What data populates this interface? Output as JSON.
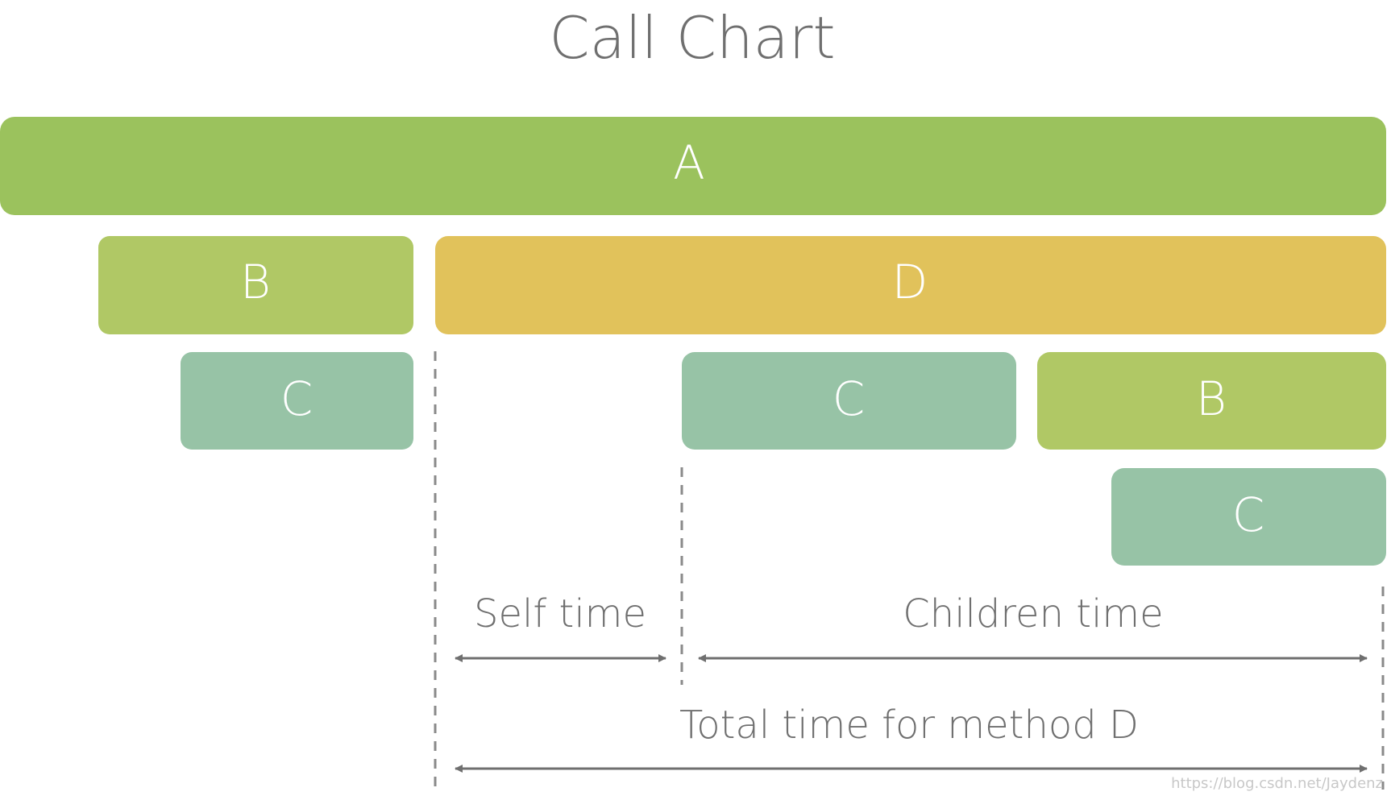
{
  "title": "Call Chart",
  "blocks": {
    "a_top": {
      "label": "A"
    },
    "b_left": {
      "label": "B"
    },
    "d_main": {
      "label": "D"
    },
    "c_left": {
      "label": "C"
    },
    "c_mid": {
      "label": "C"
    },
    "b_right": {
      "label": "B"
    },
    "c_right": {
      "label": "C"
    }
  },
  "measures": {
    "self_time": "Self time",
    "children_time": "Children time",
    "total_time": "Total time for method D"
  },
  "watermark": "https://blog.csdn.net/Jaydenz",
  "colors": {
    "a": "#9bc25d",
    "b": "#b0c865",
    "d": "#e1c25b",
    "c": "#97c3a6",
    "text_gray": "#6f6f6f",
    "dash_gray": "#8a8a8a"
  }
}
